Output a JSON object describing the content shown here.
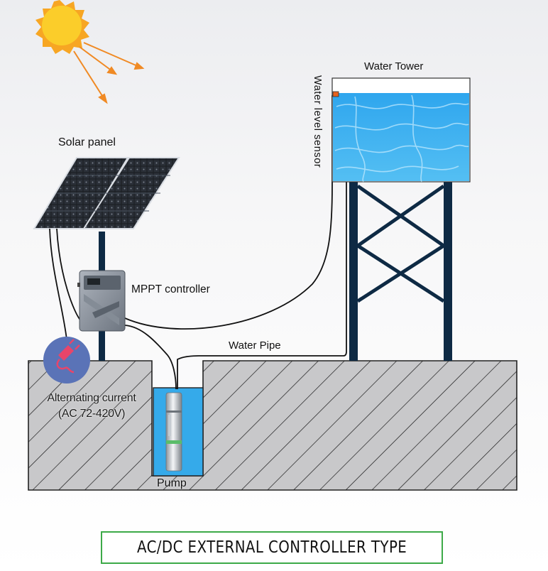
{
  "labels": {
    "solar_panel": "Solar panel",
    "mppt_controller": "MPPT controller",
    "water_tower": "Water Tower",
    "water_level_sensor": "Water  level sensor",
    "water_pipe": "Water Pipe",
    "alternating_current_line1": "Alternating current",
    "alternating_current_line2": "(AC 72-420V)",
    "pump": "Pump"
  },
  "title": "AC/DC EXTERNAL CONTROLLER TYPE",
  "colors": {
    "ground": "#c8c8ca",
    "water": "#3fb0ee",
    "structure": "#0e2a44",
    "sun": "#f7c325",
    "sun_rays": "#f08a24",
    "title_border": "#3daa48",
    "ac_icon": "#5a73b7",
    "plug": "#e8456a"
  },
  "icons": {
    "sun": "sun-icon",
    "plug": "plug-icon"
  }
}
